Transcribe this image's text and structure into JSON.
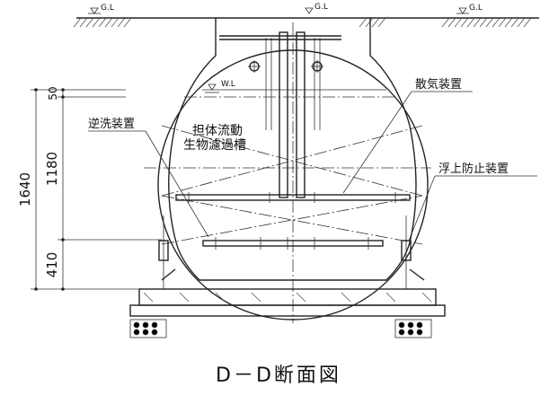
{
  "drawing": {
    "title": "D－D断面図",
    "gl_left": "G.L",
    "gl_right": "G.L",
    "water_level": "W.L",
    "labels": {
      "tank_name_line1": "担体流動",
      "tank_name_line2": "生物濾過槽",
      "aeration": "散気装置",
      "backwash": "逆洗装置",
      "anti_float": "浮上防止装置"
    },
    "dimensions": {
      "total": "1640",
      "upper": "50",
      "middle": "1180",
      "lower": "410"
    }
  }
}
